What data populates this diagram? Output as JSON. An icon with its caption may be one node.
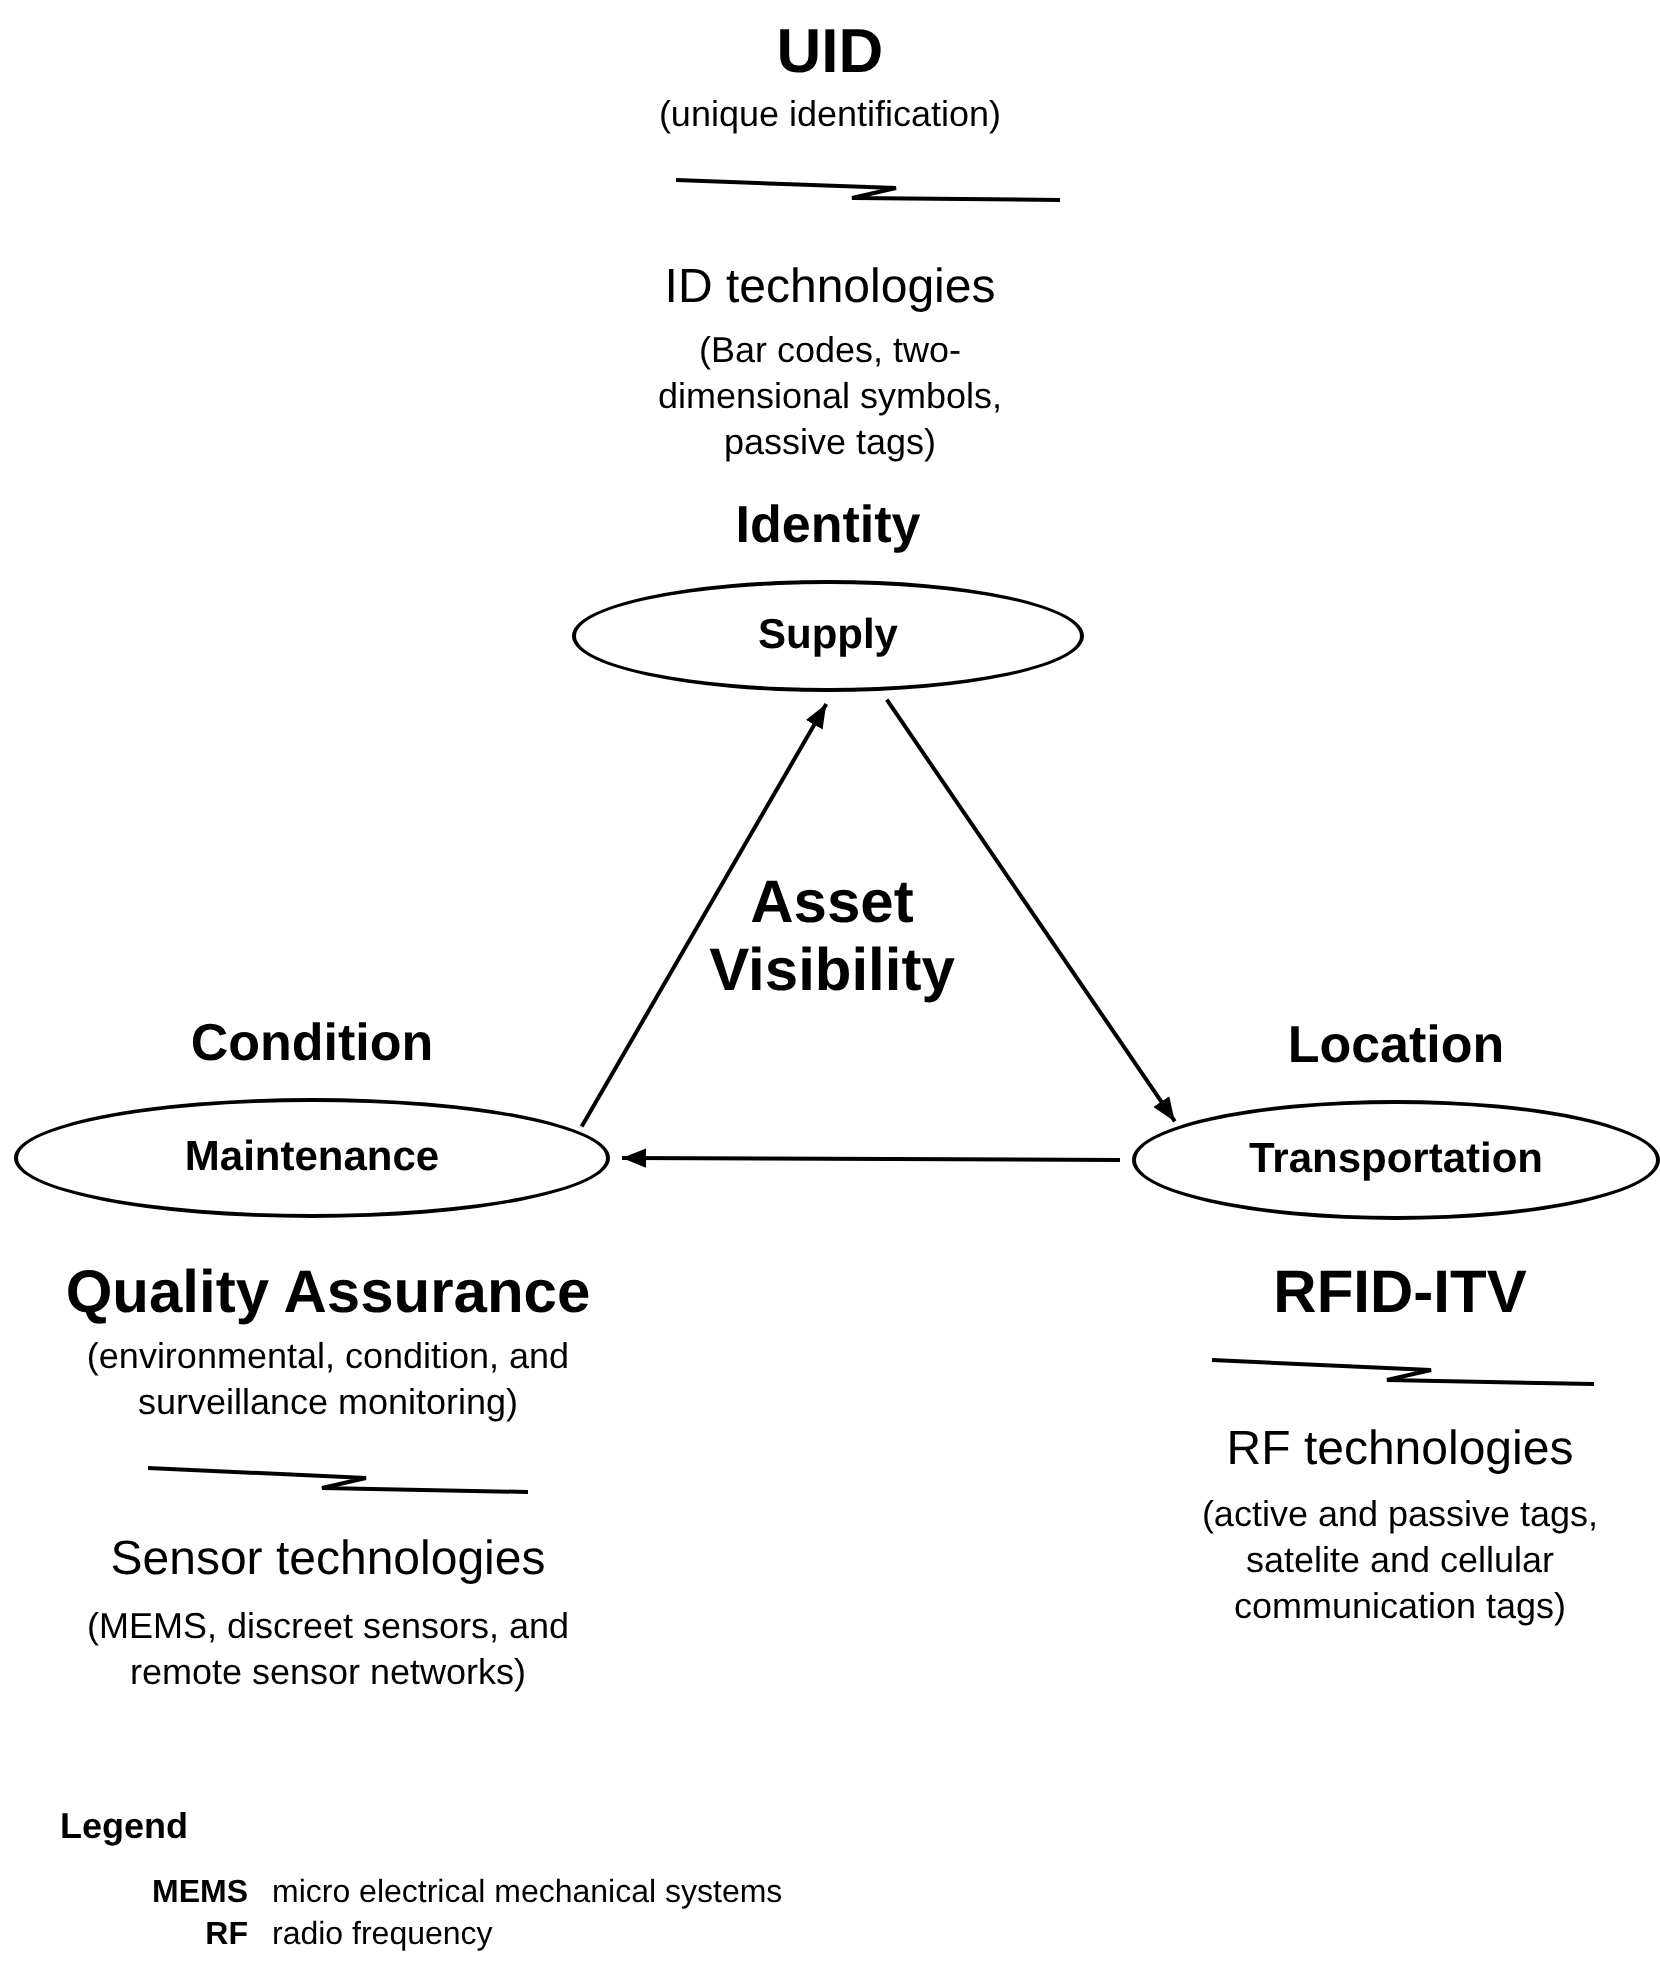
{
  "diagram": {
    "nodes": [
      {
        "text": [
          "Identity",
          "Supply"
        ]
      },
      {
        "text": [
          "Location",
          "Transportation"
        ]
      },
      {
        "text": [
          "Condition",
          "Maintenance"
        ]
      }
    ],
    "edges": [
      {
        "from": 2,
        "to": 0,
        "arrow": "to"
      },
      {
        "from": 0,
        "to": 1,
        "arrow": "to"
      },
      {
        "from": 1,
        "to": 2,
        "arrow": "to"
      }
    ],
    "labels": [
      "UID",
      "(unique identification)",
      "ID technologies",
      "(Bar codes, two-dimensional symbols, passive tags)",
      "Asset Visibility",
      "Quality Assurance",
      "(environmental, condition, and surveillance monitoring)",
      "Sensor technologies",
      "(MEMS, discreet sensors, and remote sensor networks)",
      "RFID-ITV",
      "RF technologies",
      "(active and passive tags, satelite and cellular communication tags)",
      "Legend",
      "MEMS",
      "micro electrical mechanical systems",
      "RF",
      "radio frequency"
    ]
  }
}
